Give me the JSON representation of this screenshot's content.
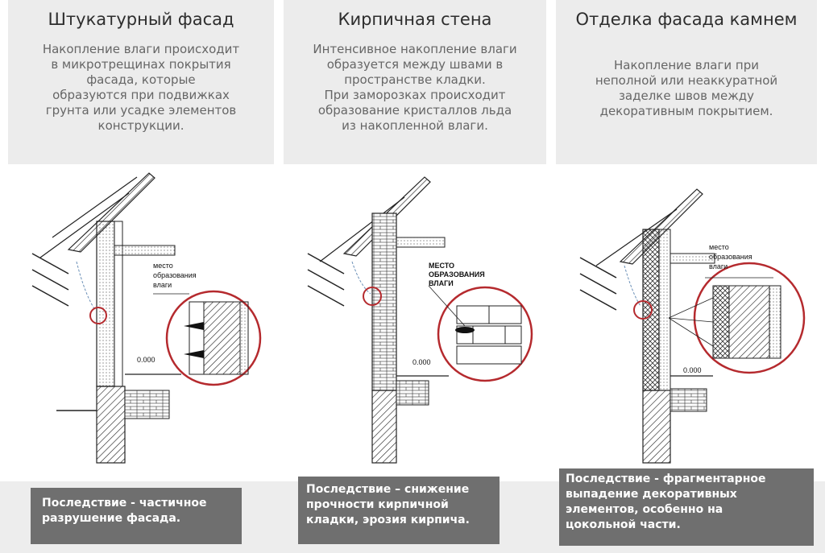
{
  "columns": [
    {
      "title": "Штукатурный фасад",
      "lines": [
        "Накопление влаги происходит",
        "в микротрещинах покрытия",
        "фасада, которые",
        "образуются при подвижках",
        "грунта или усадке элементов",
        "конструкции."
      ],
      "callout": [
        "место",
        "образования",
        "влаги"
      ],
      "level": "0.000",
      "consequence": [
        "Последствие - частичное",
        "разрушение фасада."
      ]
    },
    {
      "title": "Кирпичная стена",
      "lines": [
        "Интенсивное накопление влаги",
        "образуется между швами в",
        "пространстве кладки.",
        "При заморозках происходит",
        "образование кристаллов льда",
        "из накопленной влаги."
      ],
      "callout": [
        "МЕСТО",
        "ОБРАЗОВАНИЯ",
        "ВЛАГИ"
      ],
      "level": "0.000",
      "consequence": [
        "Последствие – снижение",
        "прочности кирпичной",
        "кладки, эрозия кирпича."
      ]
    },
    {
      "title": "Отделка фасада камнем",
      "lines": [
        "Накопление влаги при",
        "неполной или неаккуратной",
        "заделке швов между",
        "декоративным покрытием."
      ],
      "callout": [
        "место",
        "образования",
        "влаги"
      ],
      "level": "0.000",
      "consequence": [
        "Последствие  - фрагментарное",
        "выпадение декоративных",
        "элементов, особенно на",
        "цокольной части."
      ]
    }
  ],
  "colors": {
    "header_bg": "#ececec",
    "consequence_bg": "#6f6f6f",
    "circle": "#b52a2e"
  }
}
